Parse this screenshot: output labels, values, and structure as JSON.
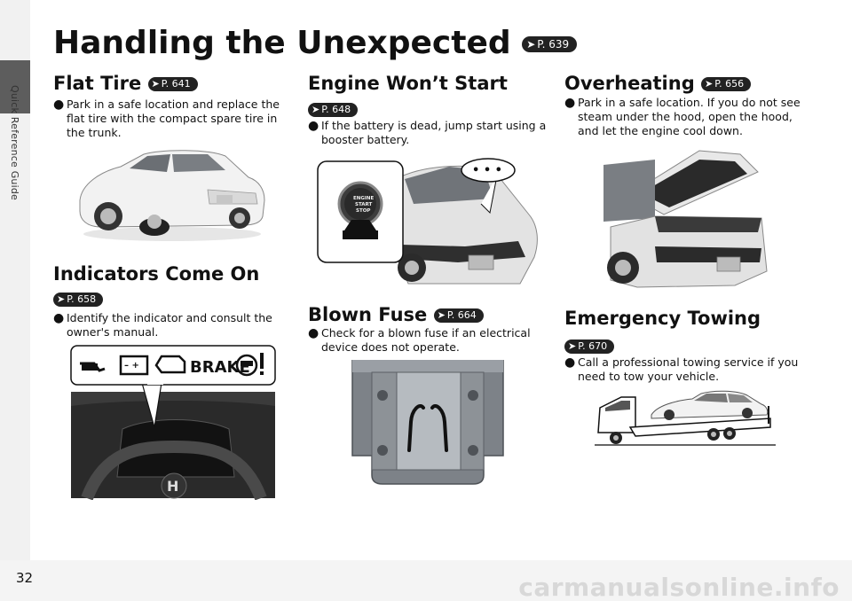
{
  "sidebar": {
    "label": "Quick Reference Guide"
  },
  "page": {
    "number": "32",
    "watermark": "carmanualsonline.info"
  },
  "title": {
    "text": "Handling the Unexpected",
    "ref": "P. 639"
  },
  "sections": {
    "flat_tire": {
      "title": "Flat Tire",
      "ref": "P. 641",
      "bullet": "Park in a safe location and replace the flat tire with the compact spare tire in the trunk."
    },
    "indicators": {
      "title": "Indicators Come On",
      "ref": "P. 658",
      "bullet": "Identify the indicator and consult the owner's manual."
    },
    "engine": {
      "title": "Engine Won’t Start",
      "ref": "P. 648",
      "bullet": "If the battery is dead, jump start using a booster battery."
    },
    "fuse": {
      "title": "Blown Fuse",
      "ref": "P. 664",
      "bullet": "Check for a blown fuse if an electrical device does not operate."
    },
    "overheating": {
      "title": "Overheating",
      "ref": "P. 656",
      "bullet": "Park in a safe location. If you do not see steam under the hood, open the hood, and let the engine cool down."
    },
    "towing": {
      "title": "Emergency Towing",
      "ref": "P. 670",
      "bullet": "Call a professional towing service if you need to tow your vehicle."
    }
  },
  "illustrations": {
    "indicator_brake_label": "BRAKE",
    "engine_button_lines": [
      "ENGINE",
      "START",
      "STOP"
    ]
  }
}
